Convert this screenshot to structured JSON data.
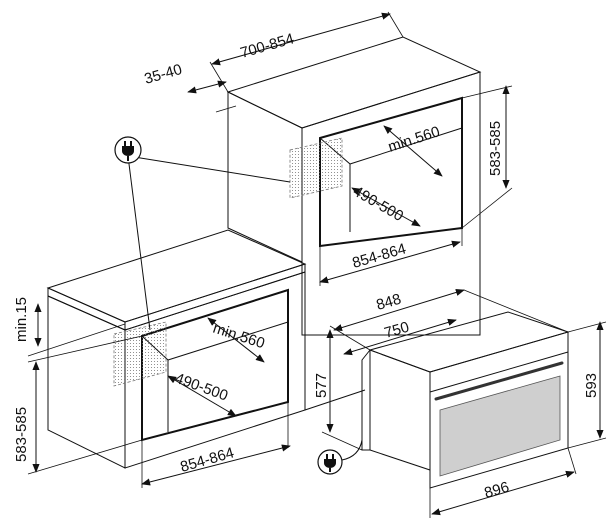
{
  "colors": {
    "line": "#111111",
    "background": "#ffffff",
    "cabinet_face": "#ffffff",
    "oven_front": "#d9d9d9",
    "oven_door_glass": "#cfcfcf",
    "hatch": "#777777"
  },
  "icons": {
    "plug_top": "power-plug-icon",
    "plug_bottom": "power-plug-icon"
  },
  "dimensions": {
    "tall_unit": {
      "depth_top": "700-854",
      "back_gap": "35-40",
      "niche_height": "583-585",
      "niche_depth": "min.560",
      "niche_inner_depth": "490-500",
      "niche_width": "854-864"
    },
    "under_counter": {
      "top_gap": "min.15",
      "niche_height": "583-585",
      "niche_depth": "min.560",
      "niche_inner_depth": "490-500",
      "niche_width": "854-864"
    },
    "appliance": {
      "overall_depth": "848",
      "body_depth": "750",
      "body_height": "577",
      "front_height": "593",
      "front_width": "896"
    }
  }
}
